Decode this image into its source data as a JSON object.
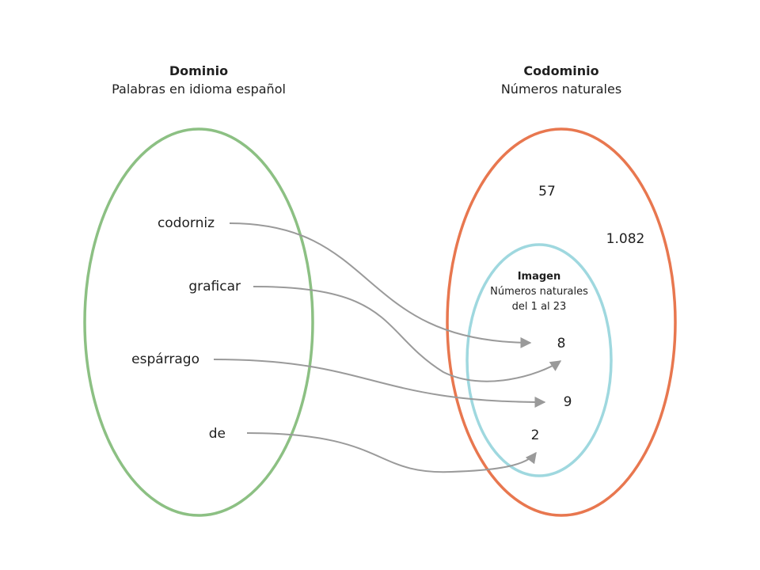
{
  "domain": {
    "title": "Dominio",
    "subtitle": "Palabras en idioma español",
    "color": "#8cc083"
  },
  "codomain": {
    "title": "Codominio",
    "subtitle": "Números naturales",
    "color": "#e8774f"
  },
  "image": {
    "title": "Imagen",
    "subtitle_line1": "Números naturales",
    "subtitle_line2": "del 1 al 23",
    "color": "#9fd8df"
  },
  "words": [
    "codorniz",
    "graficar",
    "espárrago",
    "de"
  ],
  "codomain_outside": [
    "57",
    "1.082"
  ],
  "image_numbers": [
    "8",
    "8",
    "9",
    "2"
  ],
  "mappings": [
    {
      "from": "codorniz",
      "to": "8"
    },
    {
      "from": "graficar",
      "to": "8"
    },
    {
      "from": "espárrago",
      "to": "9"
    },
    {
      "from": "de",
      "to": "2"
    }
  ],
  "arrow_color": "#9a9a9a"
}
